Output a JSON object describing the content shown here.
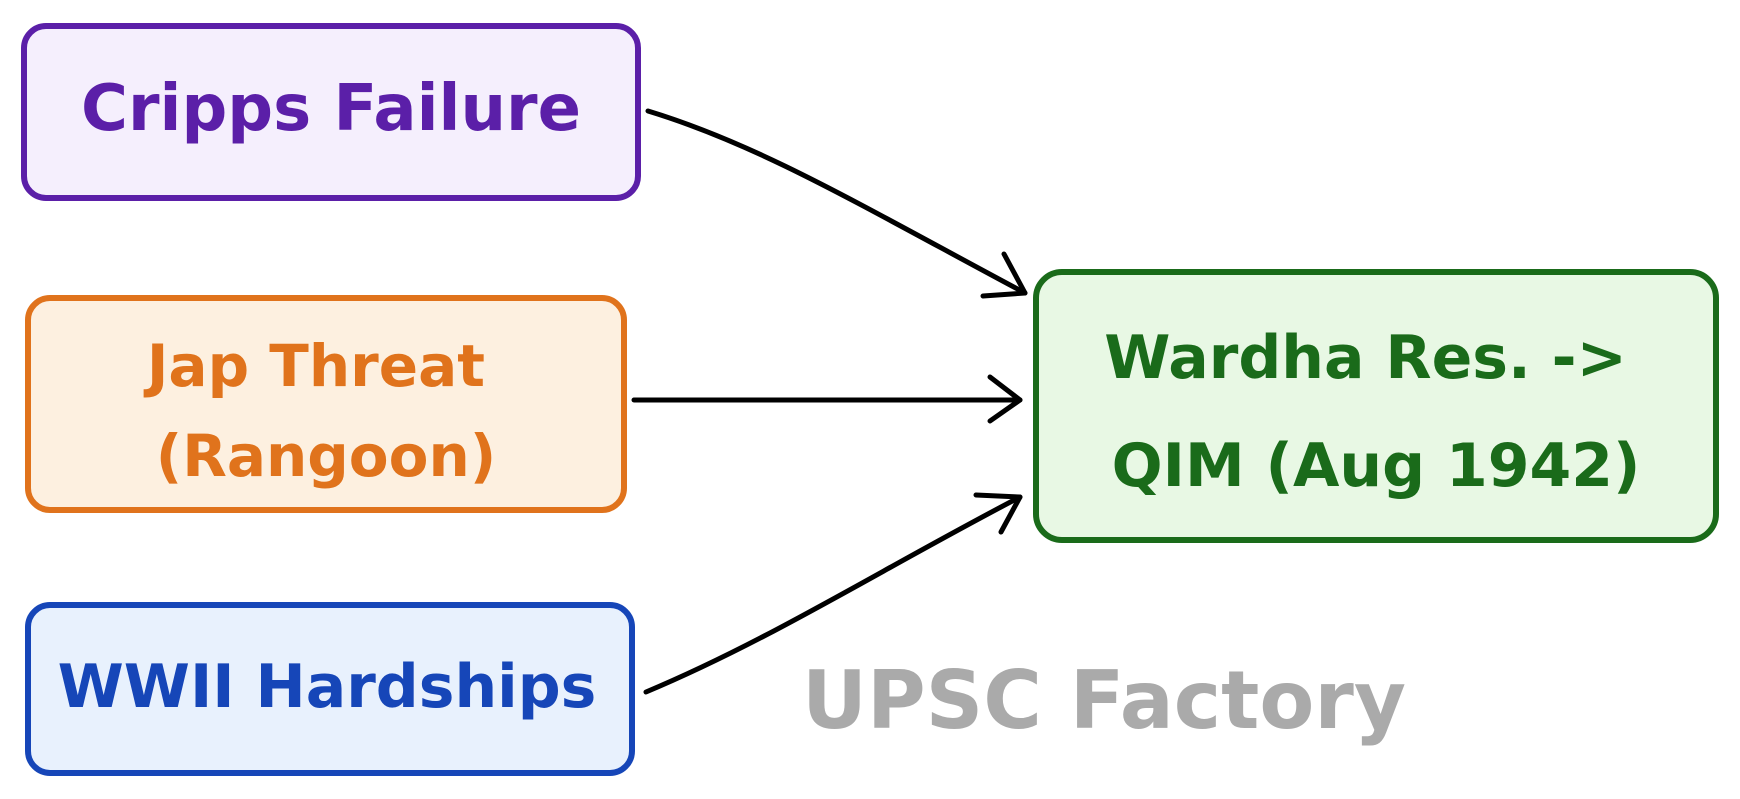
{
  "diagram": {
    "nodes": {
      "cripps": {
        "lines": [
          "Cripps Failure"
        ],
        "stroke": "#5b1fa8",
        "fill": "#f5effd",
        "text_color": "#5b1fa8"
      },
      "jap": {
        "lines": [
          "Jap Threat",
          "(Rangoon)"
        ],
        "stroke": "#e0731c",
        "fill": "#fdf0e0",
        "text_color": "#e0731c"
      },
      "wwii": {
        "lines": [
          "WWII Hardships"
        ],
        "stroke": "#1646b8",
        "fill": "#e8f1fd",
        "text_color": "#1646b8"
      },
      "wardha": {
        "lines": [
          "Wardha Res. ->",
          "QIM (Aug 1942)"
        ],
        "stroke": "#1a6b1a",
        "fill": "#e8f8e4",
        "text_color": "#1a6b1a"
      }
    },
    "edges": [
      {
        "from": "cripps",
        "to": "wardha"
      },
      {
        "from": "jap",
        "to": "wardha"
      },
      {
        "from": "wwii",
        "to": "wardha"
      }
    ],
    "arrow_color": "#000000"
  },
  "watermark": {
    "text": "UPSC Factory",
    "color": "#aaaaaa"
  }
}
